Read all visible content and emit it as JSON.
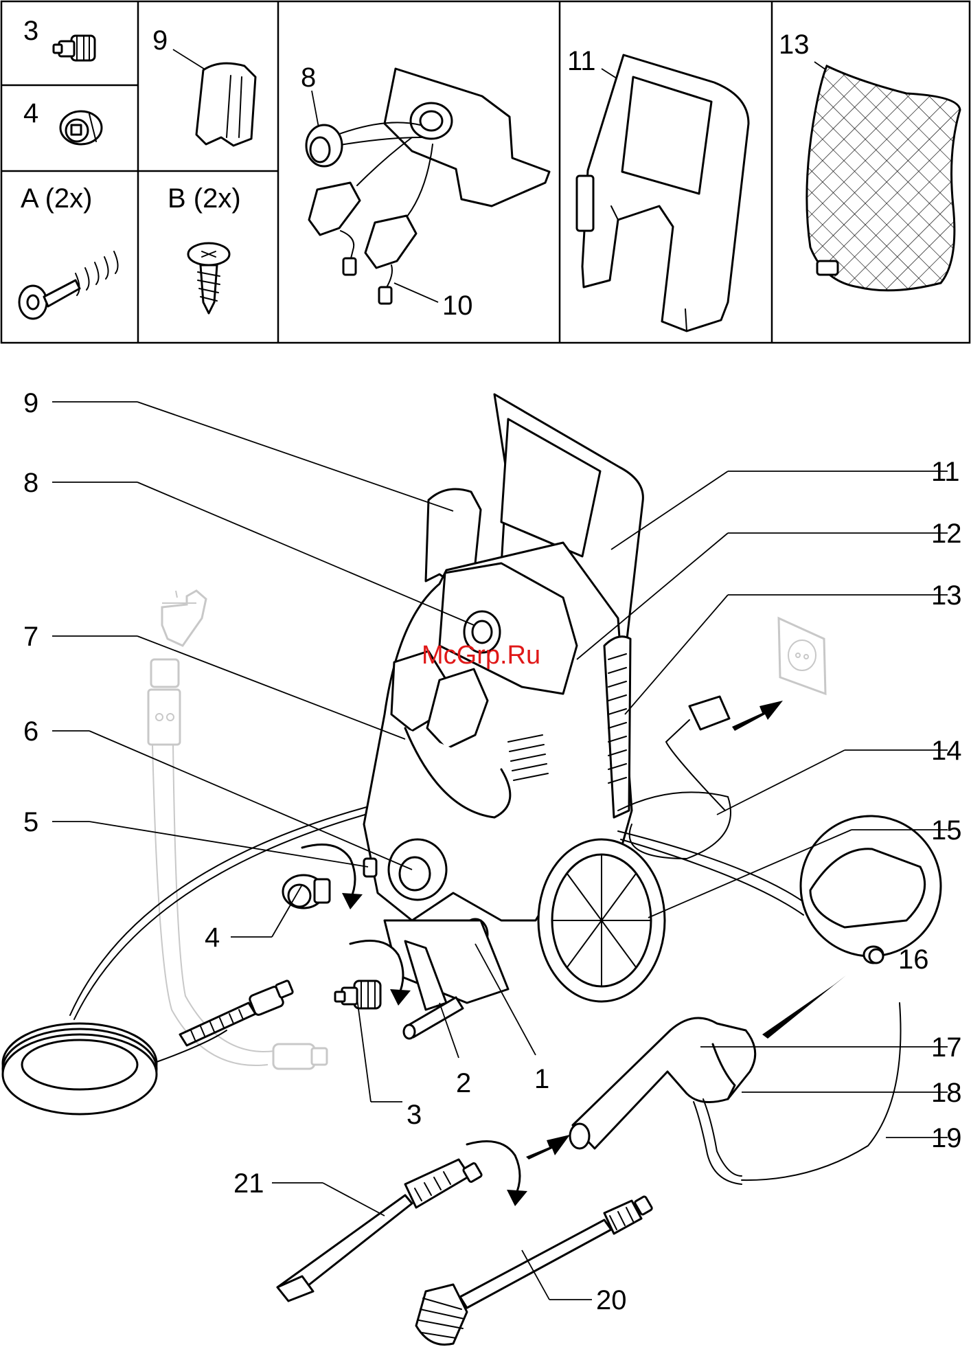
{
  "kit_panel": {
    "cells": [
      {
        "id": "c3",
        "label": "3"
      },
      {
        "id": "c4",
        "label": "4"
      },
      {
        "id": "c9",
        "label": "9"
      },
      {
        "id": "c8",
        "label": "8"
      },
      {
        "id": "c10",
        "label": "10"
      },
      {
        "id": "c11",
        "label": "11"
      },
      {
        "id": "c13",
        "label": "13"
      },
      {
        "id": "cA",
        "label": "A (2x)"
      },
      {
        "id": "cB",
        "label": "B (2x)"
      }
    ]
  },
  "callouts": {
    "left": [
      "9",
      "8",
      "7",
      "6",
      "5",
      "4"
    ],
    "right": [
      "11",
      "12",
      "13",
      "14",
      "15",
      "16",
      "17",
      "18",
      "19"
    ],
    "bottom": [
      "2",
      "1",
      "3",
      "21",
      "20"
    ]
  },
  "watermark": "McGrp.Ru",
  "colors": {
    "line": "#000000",
    "ghost": "#c8c8c8",
    "watermark": "#e01818"
  }
}
